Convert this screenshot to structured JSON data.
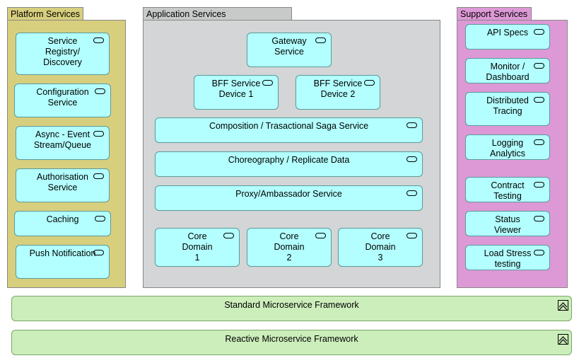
{
  "groups": {
    "platform": {
      "title": "Platform Services",
      "color": "#d8cf7e"
    },
    "application": {
      "title": "Application Services",
      "color": "#d3d5d6"
    },
    "support": {
      "title": "Support Services",
      "color": "#dd99d6"
    }
  },
  "platform_items": [
    "Service Registry/ Discovery",
    "Configuration Service",
    "Async - Event Stream/Queue",
    "Authorisation Service",
    "Caching",
    "Push Notification"
  ],
  "application_items": {
    "gateway": "Gateway Service",
    "bff1": "BFF Service Device 1",
    "bff2": "BFF Service Device 2",
    "composition": "Composition / Trasactional Saga Service",
    "choreography": "Choreography / Replicate Data",
    "proxy": "Proxy/Ambassador Service",
    "core1": "Core Domain 1",
    "core2": "Core Domain 2",
    "core3": "Core Domain 3"
  },
  "support_items": [
    "API Specs",
    "Monitor / Dashboard",
    "Distributed Tracing",
    "Logging Analytics",
    "Contract Testing",
    "Status Viewer",
    "Load Stress testing"
  ],
  "frameworks": {
    "standard": "Standard Microservice Framework",
    "reactive": "Reactive Microservice Framework"
  },
  "colors": {
    "service_box": "#b3ffff",
    "framework_box": "#cceebb"
  }
}
